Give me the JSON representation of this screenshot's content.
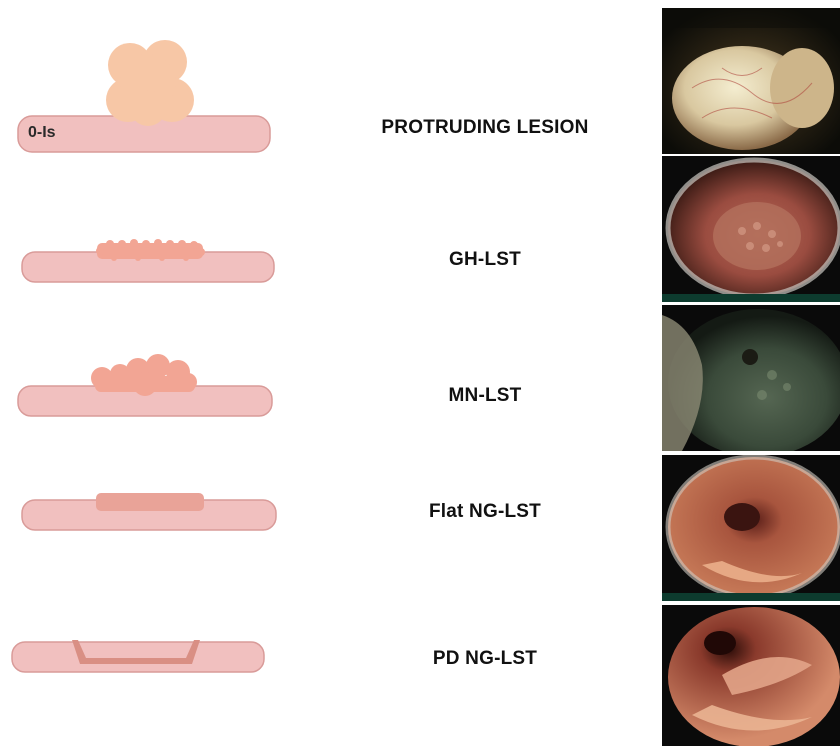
{
  "rows": [
    {
      "id": "protruding",
      "label": "PROTRUDING LESION",
      "badge": "0-Is",
      "image": "endoscopy-photo-protruding-lesion"
    },
    {
      "id": "gh",
      "label": "GH-LST",
      "image": "endoscopy-photo-gh-lst"
    },
    {
      "id": "mn",
      "label": "MN-LST",
      "image": "endoscopy-photo-mn-lst"
    },
    {
      "id": "flat",
      "label": "Flat NG-LST",
      "image": "endoscopy-photo-flat-ng-lst"
    },
    {
      "id": "pd",
      "label": "PD NG-LST",
      "image": "endoscopy-photo-pd-ng-lst"
    }
  ],
  "colors": {
    "mucosa": "#f1c0bf",
    "mucosa_border": "#d99b99",
    "protrusion": "#f7c7a6",
    "granular": "#f2a594",
    "flat_lesion": "#e9a398",
    "label_text": "#111111"
  }
}
